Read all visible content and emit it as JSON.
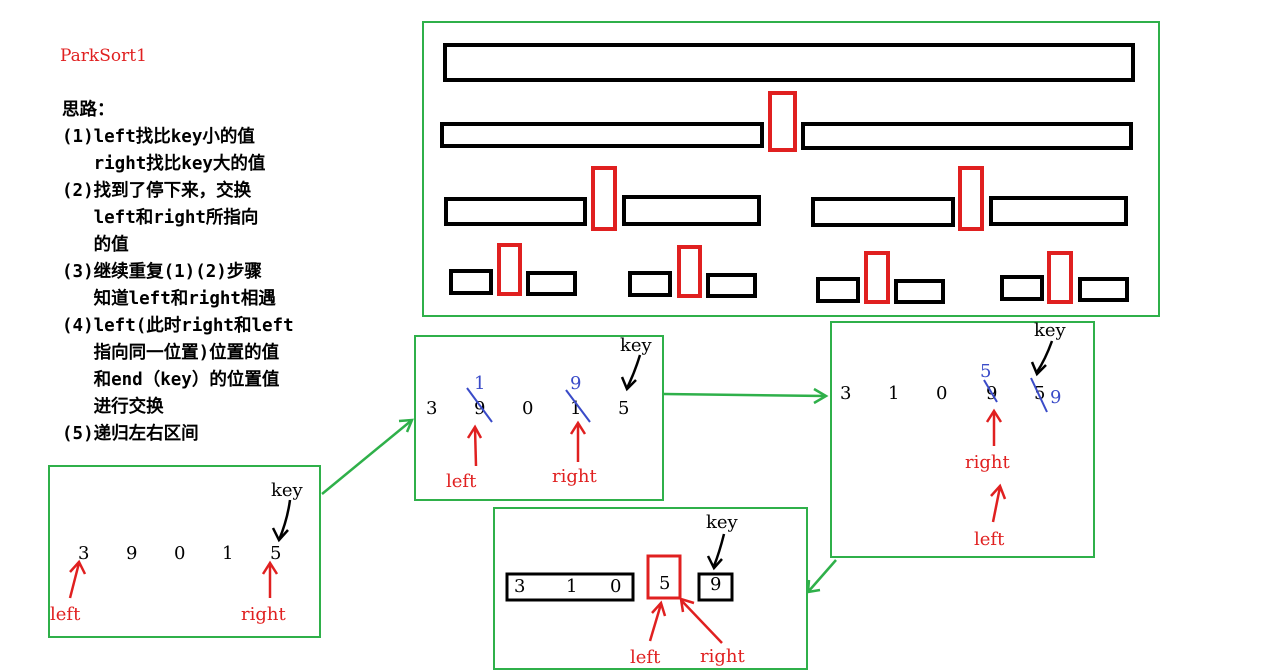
{
  "title": "ParkSort1",
  "notes": [
    "思路：",
    "(1)left找比key小的值",
    "   right找比key大的值",
    "(2)找到了停下来，交换",
    "   left和right所指向",
    "   的值",
    "(3)继续重复(1)(2)步骤",
    "   知道left和right相遇",
    "(4)left(此时right和left",
    "   指向同一位置)位置的值",
    "   和end（key）的位置值",
    "   进行交换",
    "(5)递归左右区间"
  ],
  "panel1": {
    "values": [
      "3",
      "9",
      "0",
      "1",
      "5"
    ],
    "key": "key",
    "left": "left",
    "right": "right"
  },
  "panel2": {
    "values": [
      "3",
      "9",
      "0",
      "1",
      "5"
    ],
    "swap_top": [
      "1",
      "9"
    ],
    "key": "key",
    "left": "left",
    "right": "right"
  },
  "panel3": {
    "values": [
      "3",
      "1",
      "0",
      "9",
      "5"
    ],
    "swap_top": "5",
    "swap_side": "9",
    "key": "key",
    "left": "left",
    "right": "right"
  },
  "panel4": {
    "left_group": [
      "3",
      "1",
      "0"
    ],
    "pivot": "5",
    "right_group": "9",
    "key": "key",
    "left": "left",
    "right": "right"
  },
  "colors": {
    "green": "#2fb04a",
    "red": "#e02020",
    "blue": "#3a4bc8",
    "black": "#000000"
  }
}
